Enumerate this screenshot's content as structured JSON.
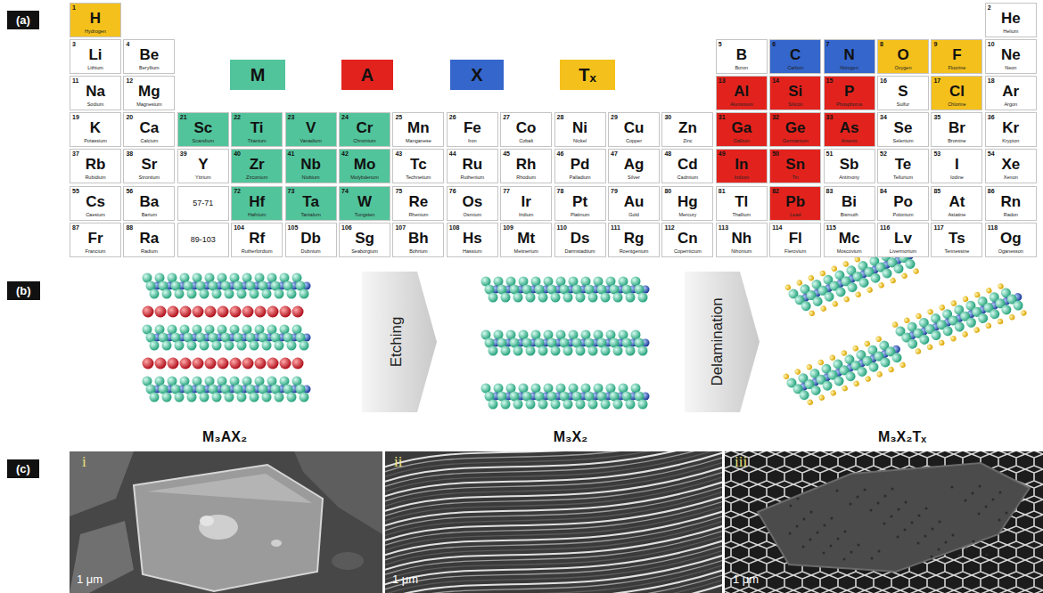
{
  "diagram": {
    "nodes": [
      {
        "text": [
          "1",
          "H",
          "Hydrogen"
        ]
      },
      {
        "text": [
          "2",
          "He",
          "Helium"
        ]
      },
      {
        "text": [
          "3",
          "Li",
          "Lithium"
        ]
      },
      {
        "text": [
          "4",
          "Be",
          "Beryllium"
        ]
      },
      {
        "text": [
          "5",
          "B",
          "Boron"
        ]
      },
      {
        "text": [
          "6",
          "C",
          "Carbon"
        ]
      },
      {
        "text": [
          "7",
          "N",
          "Nitrogen"
        ]
      },
      {
        "text": [
          "8",
          "O",
          "Oxygen"
        ]
      },
      {
        "text": [
          "9",
          "F",
          "Fluorine"
        ]
      },
      {
        "text": [
          "10",
          "Ne",
          "Neon"
        ]
      },
      {
        "text": [
          "11",
          "Na",
          "Sodium"
        ]
      },
      {
        "text": [
          "12",
          "Mg",
          "Magnesium"
        ]
      },
      {
        "text": [
          "13",
          "Al",
          "Aluminium"
        ]
      },
      {
        "text": [
          "14",
          "Si",
          "Silicon"
        ]
      },
      {
        "text": [
          "15",
          "P",
          "Phosphorus"
        ]
      },
      {
        "text": [
          "16",
          "S",
          "Sulfur"
        ]
      },
      {
        "text": [
          "17",
          "Cl",
          "Chlorine"
        ]
      },
      {
        "text": [
          "18",
          "Ar",
          "Argon"
        ]
      },
      {
        "text": [
          "19",
          "K",
          "Potassium"
        ]
      },
      {
        "text": [
          "20",
          "Ca",
          "Calcium"
        ]
      },
      {
        "text": [
          "21",
          "Sc",
          "Scandium"
        ]
      },
      {
        "text": [
          "22",
          "Ti",
          "Titanium"
        ]
      },
      {
        "text": [
          "23",
          "V",
          "Vanadium"
        ]
      },
      {
        "text": [
          "24",
          "Cr",
          "Chromium"
        ]
      },
      {
        "text": [
          "25",
          "Mn",
          "Manganese"
        ]
      },
      {
        "text": [
          "26",
          "Fe",
          "Iron"
        ]
      },
      {
        "text": [
          "27",
          "Co",
          "Cobalt"
        ]
      },
      {
        "text": [
          "28",
          "Ni",
          "Nickel"
        ]
      },
      {
        "text": [
          "29",
          "Cu",
          "Copper"
        ]
      },
      {
        "text": [
          "30",
          "Zn",
          "Zinc"
        ]
      },
      {
        "text": [
          "31",
          "Ga",
          "Gallium"
        ]
      },
      {
        "text": [
          "32",
          "Ge",
          "Germanium"
        ]
      },
      {
        "text": [
          "33",
          "As",
          "Arsenic"
        ]
      },
      {
        "text": [
          "34",
          "Se",
          "Selenium"
        ]
      },
      {
        "text": [
          "35",
          "Br",
          "Bromine"
        ]
      },
      {
        "text": [
          "36",
          "Kr",
          "Krypton"
        ]
      },
      {
        "text": [
          "37",
          "Rb",
          "Rubidium"
        ]
      },
      {
        "text": [
          "38",
          "Sr",
          "Strontium"
        ]
      },
      {
        "text": [
          "39",
          "Y",
          "Yttrium"
        ]
      },
      {
        "text": [
          "40",
          "Zr",
          "Zirconium"
        ]
      },
      {
        "text": [
          "41",
          "Nb",
          "Niobium"
        ]
      },
      {
        "text": [
          "42",
          "Mo",
          "Molybdenum"
        ]
      },
      {
        "text": [
          "43",
          "Tc",
          "Technetium"
        ]
      },
      {
        "text": [
          "44",
          "Ru",
          "Ruthenium"
        ]
      },
      {
        "text": [
          "45",
          "Rh",
          "Rhodium"
        ]
      },
      {
        "text": [
          "46",
          "Pd",
          "Palladium"
        ]
      },
      {
        "text": [
          "47",
          "Ag",
          "Silver"
        ]
      },
      {
        "text": [
          "48",
          "Cd",
          "Cadmium"
        ]
      },
      {
        "text": [
          "49",
          "In",
          "Indium"
        ]
      },
      {
        "text": [
          "50",
          "Sn",
          "Tin"
        ]
      },
      {
        "text": [
          "51",
          "Sb",
          "Antimony"
        ]
      },
      {
        "text": [
          "52",
          "Te",
          "Tellurium"
        ]
      },
      {
        "text": [
          "53",
          "I",
          "Iodine"
        ]
      },
      {
        "text": [
          "54",
          "Xe",
          "Xenon"
        ]
      },
      {
        "text": [
          "55",
          "Cs",
          "Caesium"
        ]
      },
      {
        "text": [
          "56",
          "Ba",
          "Barium"
        ]
      },
      {
        "text": [
          "57-71"
        ]
      },
      {
        "text": [
          "72",
          "Hf",
          "Hafnium"
        ]
      },
      {
        "text": [
          "73",
          "Ta",
          "Tantalum"
        ]
      },
      {
        "text": [
          "74",
          "W",
          "Tungsten"
        ]
      },
      {
        "text": [
          "75",
          "Re",
          "Rhenium"
        ]
      },
      {
        "text": [
          "76",
          "Os",
          "Osmium"
        ]
      },
      {
        "text": [
          "77",
          "Ir",
          "Iridium"
        ]
      },
      {
        "text": [
          "78",
          "Pt",
          "Platinum"
        ]
      },
      {
        "text": [
          "79",
          "Au",
          "Gold"
        ]
      },
      {
        "text": [
          "80",
          "Hg",
          "Mercury"
        ]
      },
      {
        "text": [
          "81",
          "Tl",
          "Thallium"
        ]
      },
      {
        "text": [
          "82",
          "Pb",
          "Lead"
        ]
      },
      {
        "text": [
          "83",
          "Bi",
          "Bismuth"
        ]
      },
      {
        "text": [
          "84",
          "Po",
          "Polonium"
        ]
      },
      {
        "text": [
          "85",
          "At",
          "Astatine"
        ]
      },
      {
        "text": [
          "86",
          "Rn",
          "Radon"
        ]
      },
      {
        "text": [
          "87",
          "Fr",
          "Francium"
        ]
      },
      {
        "text": [
          "88",
          "Ra",
          "Radium"
        ]
      },
      {
        "text": [
          "89-103"
        ]
      },
      {
        "text": [
          "104",
          "Rf",
          "Rutherfordium"
        ]
      },
      {
        "text": [
          "105",
          "Db",
          "Dubnium"
        ]
      },
      {
        "text": [
          "106",
          "Sg",
          "Seaborgium"
        ]
      },
      {
        "text": [
          "107",
          "Bh",
          "Bohrium"
        ]
      },
      {
        "text": [
          "108",
          "Hs",
          "Hassium"
        ]
      },
      {
        "text": [
          "109",
          "Mt",
          "Meitnerium"
        ]
      },
      {
        "text": [
          "110",
          "Ds",
          "Darmstadtium"
        ]
      },
      {
        "text": [
          "111",
          "Rg",
          "Roentgenium"
        ]
      },
      {
        "text": [
          "112",
          "Cn",
          "Copernicium"
        ]
      },
      {
        "text": [
          "113",
          "Nh",
          "Nihonium"
        ]
      },
      {
        "text": [
          "114",
          "Fl",
          "Flerovium"
        ]
      },
      {
        "text": [
          "115",
          "Mc",
          "Moscovium"
        ]
      },
      {
        "text": [
          "116",
          "Lv",
          "Livermorium"
        ]
      },
      {
        "text": [
          "117",
          "Ts",
          "Tennessine"
        ]
      },
      {
        "text": [
          "118",
          "Og",
          "Oganesson"
        ]
      },
      {
        "text": [
          "Etching"
        ]
      },
      {
        "text": [
          "Delamination"
        ]
      }
    ],
    "labels": [
      "(a)",
      "(b)",
      "(c)",
      "M₃AX₂",
      "M₃X₂",
      "M₃X₂Tₓ",
      "i",
      "ii",
      "iii",
      "1 μm",
      "1 μm",
      "1 μm"
    ],
    "legend": [
      {
        "text": "M",
        "color": "#52c49b"
      },
      {
        "text": "A",
        "color": "#e2231d"
      },
      {
        "text": "X",
        "color": "#3566cc"
      },
      {
        "text": "Tₓ",
        "color": "#f4c01c"
      }
    ]
  }
}
